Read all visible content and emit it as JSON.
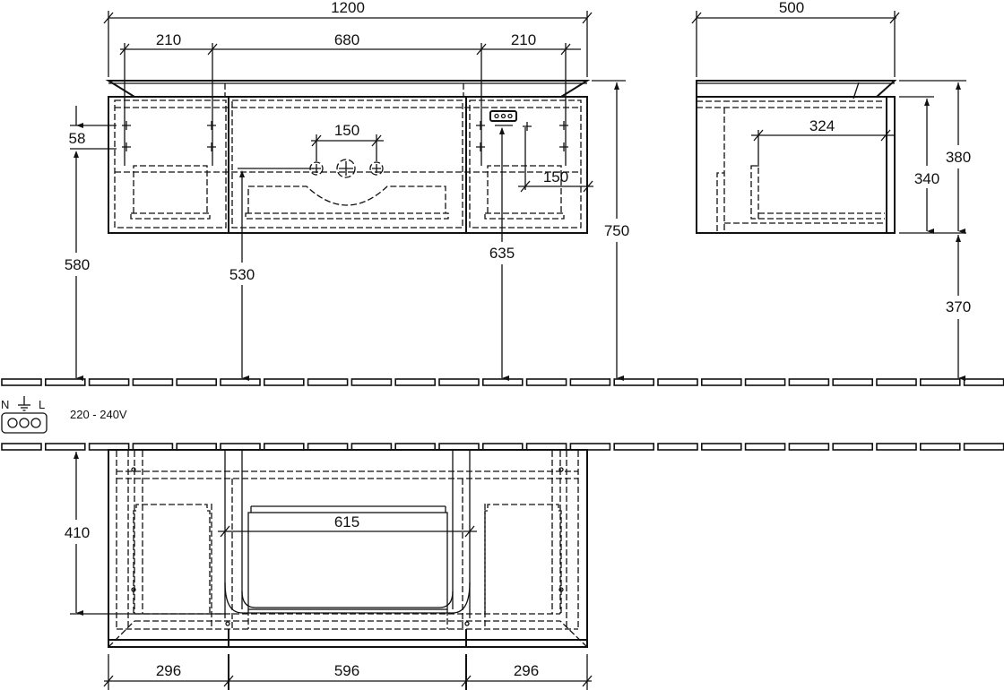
{
  "drawing": {
    "front_view": {
      "overall_width": "1200",
      "left_cabinet_width": "210",
      "center_width": "680",
      "right_cabinet_width": "210",
      "tap_hole_spacing": "150",
      "hole_vertical_spacing": "58",
      "socket_offset_from_edge": "150",
      "mounting_height_left": "580",
      "drain_height": "530",
      "socket_height": "635",
      "top_height": "750"
    },
    "side_view": {
      "depth": "500",
      "inner_depth": "324",
      "body_height": "340",
      "overall_height": "380",
      "clearance_height": "370"
    },
    "plan_view": {
      "inner_width": "615",
      "depth_mark": "410",
      "left_module": "296",
      "center_module": "596",
      "right_module": "296"
    },
    "electrical": {
      "symbol_labels": [
        "N",
        "L"
      ],
      "voltage": "220 - 240V",
      "socket_icon": "socket-icon",
      "ground_icon": "ground-icon"
    }
  }
}
